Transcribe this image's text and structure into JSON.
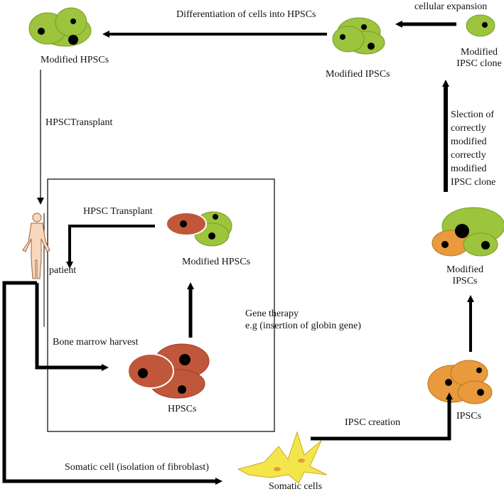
{
  "labels": {
    "modified_hpscs_top": "Modified  HPSCs",
    "modified_ipscs_top": "Modified IPSCs",
    "modified_ipsc_clone_l1": "Modified",
    "modified_ipsc_clone_l2": "IPSC clone",
    "hpsc_transplant_top": "HPSCTransplant",
    "hpsc_transplant_inner": "HPSC Transplant",
    "patient": "patient",
    "modified_hpscs_inner": "Modified HPSCs",
    "gene_therapy_l1": "Gene therapy",
    "gene_therapy_l2": "e.g (insertion of globin gene)",
    "bone_marrow_harvest": "Bone marrow harvest",
    "hpscs": "HPSCs",
    "ipscs": "IPSCs",
    "modified_ipscs_right_l1": "Modified",
    "modified_ipscs_right_l2": "IPSCs",
    "ipsc_creation": "IPSC creation",
    "somatic_cell_isolation": "Somatic cell (isolation of fibroblast)",
    "somatic_cells": "Somatic cells"
  },
  "arrows": {
    "differentiation": "Differentiation of cells into HPSCs",
    "cellular_expansion": "cellular expansion",
    "selection_l1": "Slection of",
    "selection_l2": "correctly",
    "selection_l3": "modified",
    "selection_l4": "correctly",
    "selection_l5": "modified",
    "selection_l6": "IPSC clone"
  },
  "colors": {
    "green_cell": "#9cc43c",
    "red_cell": "#c0573a",
    "orange_cell": "#e89a3c",
    "yellow_cell": "#f2e64a",
    "nucleus": "#000000"
  },
  "icons": [
    "human-figure-icon",
    "cell-cluster-icon"
  ]
}
